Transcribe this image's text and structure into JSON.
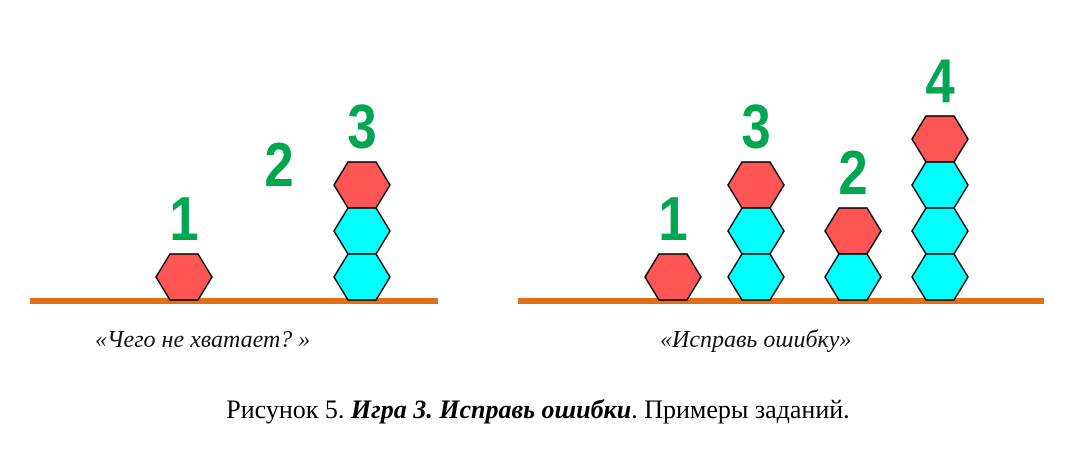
{
  "colors": {
    "baseline": "#E07018",
    "hex_red": "#FF5555",
    "hex_cyan": "#00FFFF",
    "hex_stroke": "#000000",
    "number_green": "#00A650"
  },
  "panels": [
    {
      "id": "left",
      "caption": "«Чего не хватает? »",
      "columns": [
        {
          "label": "1",
          "cubes": [
            "red"
          ]
        },
        {
          "label": "2",
          "cubes": []
        },
        {
          "label": "3",
          "cubes": [
            "red",
            "cyan",
            "cyan"
          ]
        }
      ]
    },
    {
      "id": "right",
      "caption": "«Исправь ошибку»",
      "columns": [
        {
          "label": "1",
          "cubes": [
            "red"
          ]
        },
        {
          "label": "3",
          "cubes": [
            "red",
            "cyan",
            "cyan"
          ]
        },
        {
          "label": "2",
          "cubes": [
            "red",
            "cyan"
          ]
        },
        {
          "label": "4",
          "cubes": [
            "red",
            "cyan",
            "cyan",
            "cyan"
          ]
        }
      ]
    }
  ],
  "figure_caption": {
    "prefix": "Рисунок 5. ",
    "emphasis": "Игра 3. Исправь ошибки",
    "suffix": ". Примеры заданий."
  }
}
